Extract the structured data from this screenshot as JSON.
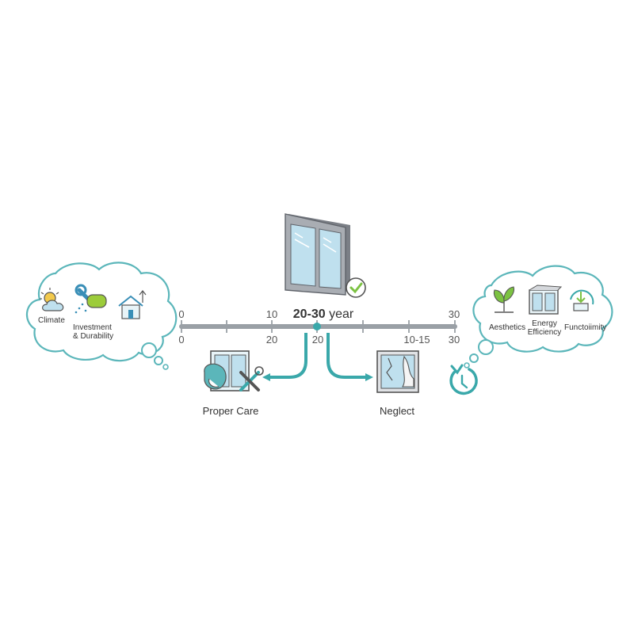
{
  "timeline": {
    "top_ticks": [
      "0",
      "10",
      "30"
    ],
    "bottom_ticks": [
      "0",
      "20",
      "20",
      "10-15",
      "30"
    ],
    "headline_bold": "20-30",
    "headline_rest": " year"
  },
  "left_cloud": {
    "items": [
      {
        "label": "Climate",
        "icon": "sun-cloud-icon"
      },
      {
        "label": "Investment\n& Durability",
        "icon": "wrench-sponge-icon"
      },
      {
        "label": "",
        "icon": "house-icon"
      }
    ]
  },
  "right_cloud": {
    "items": [
      {
        "label": "Aesthetics",
        "icon": "plant-icon"
      },
      {
        "label": "Energy\nEfficiency",
        "icon": "window-icon"
      },
      {
        "label": "Functoiimity",
        "icon": "cycle-icon"
      }
    ]
  },
  "branches": {
    "left": "Proper Care",
    "right": "Neglect"
  },
  "colors": {
    "teal": "#3aa8aa",
    "timeline": "#9aa0a6",
    "frame": "#8d9097",
    "glass": "#bfe0ee",
    "green": "#7cc242",
    "cloud": "#5bb6ba"
  }
}
